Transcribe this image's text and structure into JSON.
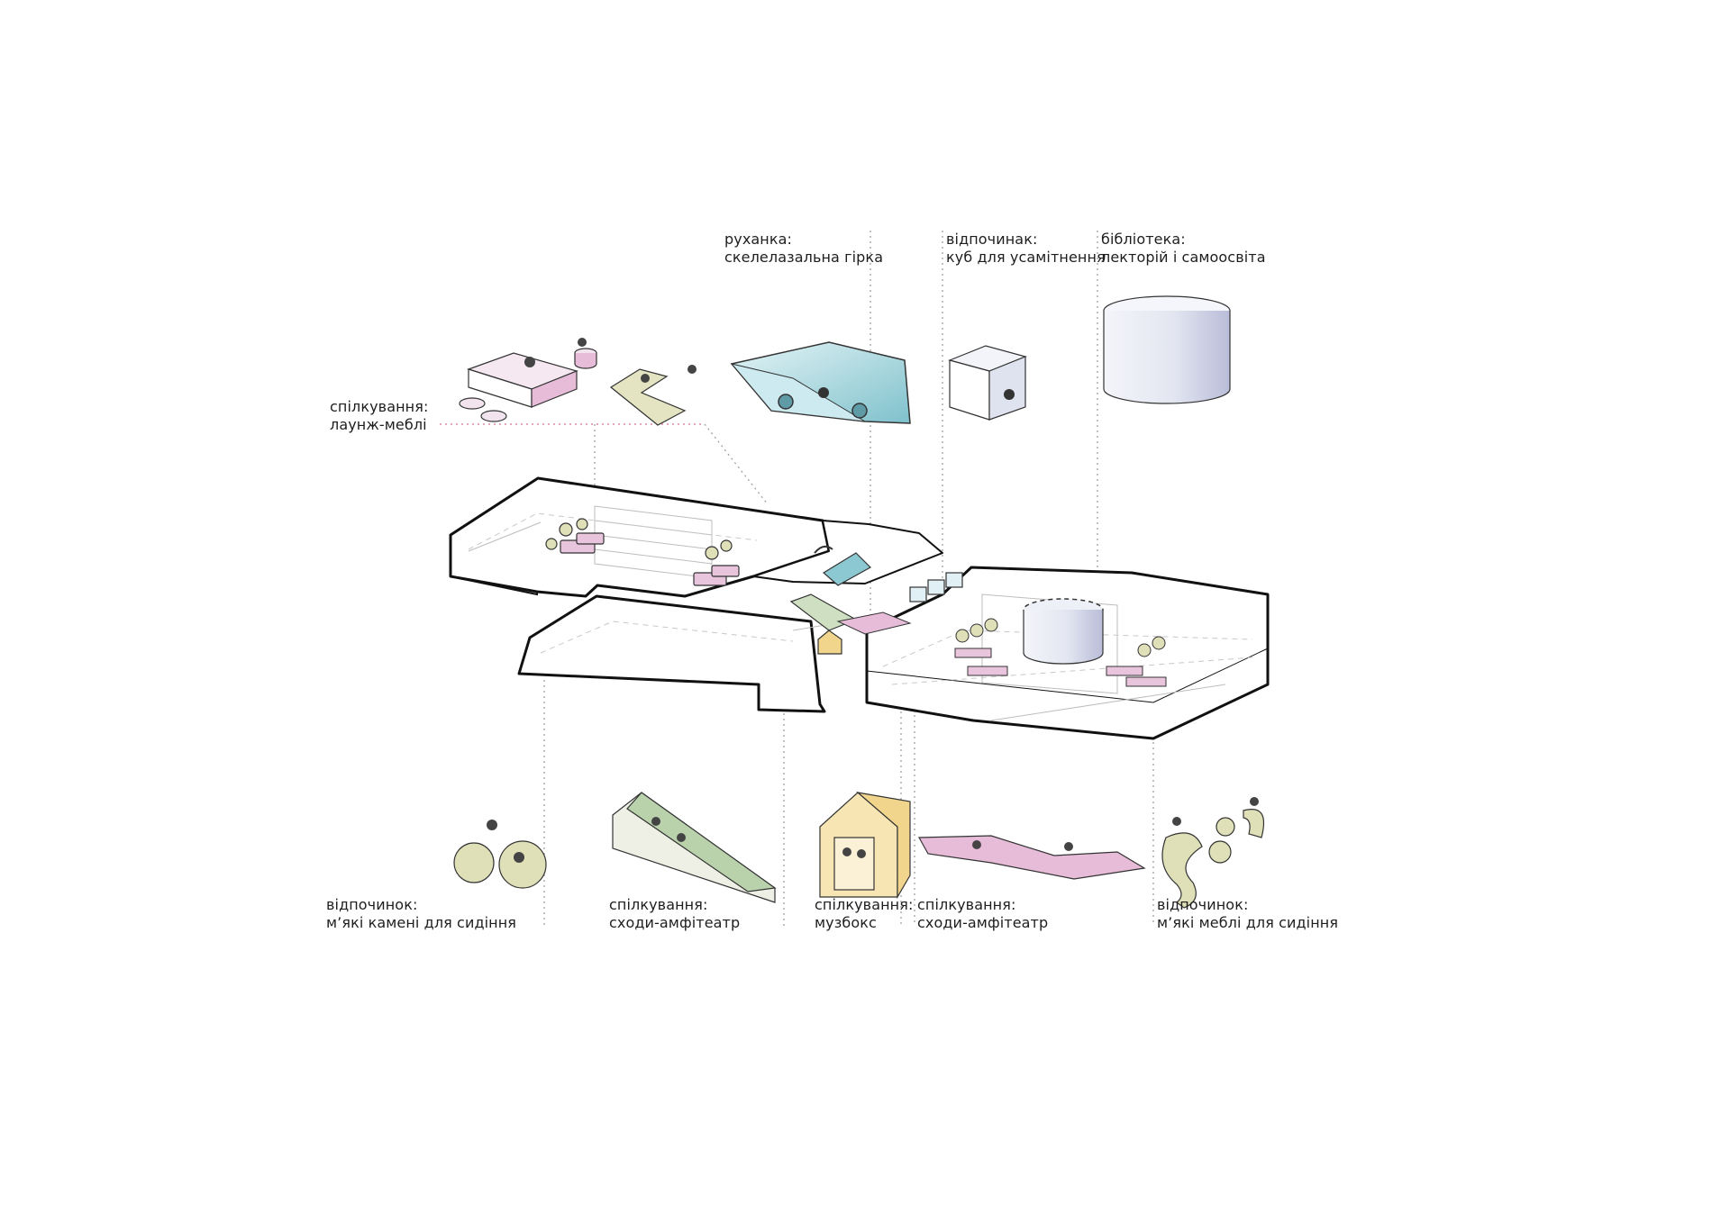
{
  "labels": [
    {
      "id": "lounge",
      "line1": "спілкування:",
      "line2": "лаунж-меблі"
    },
    {
      "id": "climb",
      "line1": "руханка:",
      "line2": "скелелазальна гірка"
    },
    {
      "id": "cube",
      "line1": "відпочинак:",
      "line2": "куб для усамітнення"
    },
    {
      "id": "library",
      "line1": "бібліотека:",
      "line2": "лекторій і самоосвіта"
    },
    {
      "id": "stones",
      "line1": "відпочинок:",
      "line2": "м’які камені для сидіння"
    },
    {
      "id": "amph1",
      "line1": "спілкування:",
      "line2": "сходи-амфітеатр"
    },
    {
      "id": "musicbox",
      "line1": "спілкування:",
      "line2": "музбокс"
    },
    {
      "id": "amph2",
      "line1": "спілкування:",
      "line2": "сходи-амфітеатр"
    },
    {
      "id": "softfurn",
      "line1": "відпочинок:",
      "line2": "м’які меблі для сидіння"
    }
  ],
  "colors": {
    "outline": "#111111",
    "leader": "#9a9a9a",
    "pink": "#e6bcd8",
    "green": "#d9dcb6",
    "blue": "#a9d7de",
    "yellow": "#f1d58c",
    "lavender": "#dfe2ef"
  }
}
